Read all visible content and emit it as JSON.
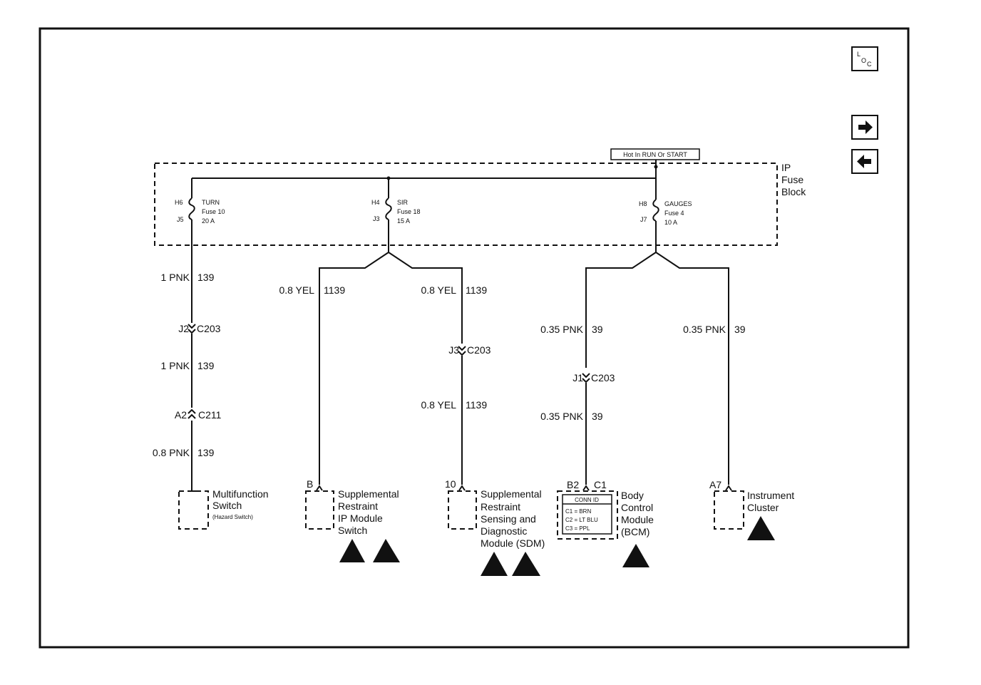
{
  "nav": {
    "loc_icon": "location-icon",
    "forward_icon": "arrow-right-icon",
    "back_icon": "arrow-left-icon",
    "loc_text_l": "L",
    "loc_text_o": "O",
    "loc_text_c": "C"
  },
  "power": {
    "hot_label": "Hot In RUN Or START"
  },
  "fuse_block": {
    "name_line1": "IP",
    "name_line2": "Fuse",
    "name_line3": "Block",
    "fuses": [
      {
        "in_pin": "H6",
        "out_pin": "J5",
        "name": "TURN",
        "fuse": "Fuse 10",
        "rating": "20 A"
      },
      {
        "in_pin": "H4",
        "out_pin": "J3",
        "name": "SIR",
        "fuse": "Fuse 18",
        "rating": "15 A"
      },
      {
        "in_pin": "H8",
        "out_pin": "J7",
        "name": "GAUGES",
        "fuse": "Fuse 4",
        "rating": "10 A"
      }
    ]
  },
  "wires": {
    "turn": [
      {
        "gauge": "1 PNK",
        "circuit": "139"
      },
      {
        "gauge": "1 PNK",
        "circuit": "139"
      },
      {
        "gauge": "0.8 PNK",
        "circuit": "139"
      }
    ],
    "sir_left": {
      "gauge": "0.8 YEL",
      "circuit": "1139"
    },
    "sir_right": [
      {
        "gauge": "0.8 YEL",
        "circuit": "1139"
      },
      {
        "gauge": "0.8 YEL",
        "circuit": "1139"
      }
    ],
    "gauges_left": [
      {
        "gauge": "0.35 PNK",
        "circuit": "39"
      },
      {
        "gauge": "0.35 PNK",
        "circuit": "39"
      }
    ],
    "gauges_right": {
      "gauge": "0.35 PNK",
      "circuit": "39"
    }
  },
  "connectors": {
    "turn_c203": {
      "pin": "J2",
      "name": "C203"
    },
    "turn_c211": {
      "pin": "A2",
      "name": "C211"
    },
    "sir_c203": {
      "pin": "J3",
      "name": "C203"
    },
    "gauges_c203": {
      "pin": "J1",
      "name": "C203"
    }
  },
  "components": {
    "multifunction": {
      "line1": "Multifunction",
      "line2": "Switch",
      "line3": "(Hazard Switch)"
    },
    "sir_ip": {
      "pin": "B",
      "line1": "Supplemental",
      "line2": "Restraint",
      "line3": "IP Module",
      "line4": "Switch"
    },
    "sdm": {
      "pin": "10",
      "line1": "Supplemental",
      "line2": "Restraint",
      "line3": "Sensing and",
      "line4": "Diagnostic",
      "line5": "Module (SDM)"
    },
    "bcm": {
      "pin": "B2",
      "conn": "C1",
      "line1": "Body",
      "line2": "Control",
      "line3": "Module",
      "line4": "(BCM)",
      "conn_id_title": "CONN ID",
      "conn_id_rows": [
        "C1 = BRN",
        "C2 = LT BLU",
        "C3 = PPL"
      ]
    },
    "cluster": {
      "pin": "A7",
      "line1": "Instrument",
      "line2": "Cluster"
    }
  }
}
